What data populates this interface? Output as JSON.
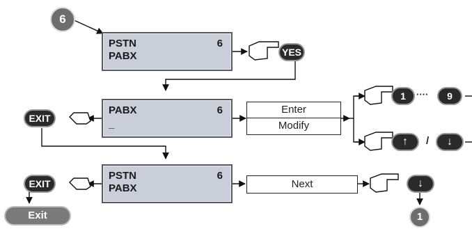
{
  "step_badge_top": "6",
  "lcd_top": {
    "line1": "PSTN",
    "line2": "PABX",
    "number": "6"
  },
  "lcd_middle": {
    "line1": "PABX",
    "number": "6",
    "cursor": "_"
  },
  "lcd_bottom": {
    "line1": "PSTN",
    "line2": "PABX",
    "number": "6"
  },
  "key_yes": "YES",
  "key_exit_mid": "EXIT",
  "key_exit_bottom": "EXIT",
  "box_enter": "Enter",
  "box_modify": "Modify",
  "box_next": "Next",
  "key_1": "1",
  "ellipsis": "····",
  "key_9": "9",
  "slash": "/",
  "up_arrow": "↑",
  "down_arrow": "↓",
  "exit_label": "Exit",
  "step_badge_bottom": "1",
  "colors": {
    "lcd_bg": "#c9ced8",
    "key_bg": "#2a2a2a",
    "badge_bg": "#6d6d6d"
  }
}
